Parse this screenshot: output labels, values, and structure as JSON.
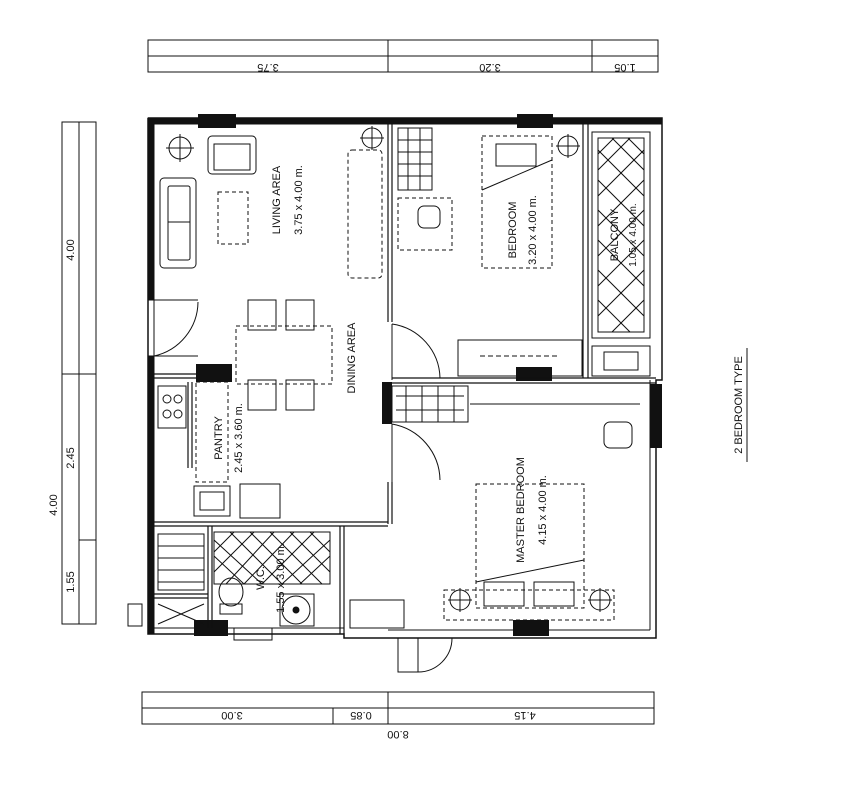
{
  "title": "2 BEDROOM TYPE",
  "rooms": {
    "living": {
      "name": "LIVING AREA",
      "size": "3.75 x 4.00 m."
    },
    "dining": {
      "name": "DINING AREA"
    },
    "bedroom": {
      "name": "BEDROOM",
      "size": "3.20 x 4.00 m."
    },
    "balcony": {
      "name": "BALCONY",
      "size": "1.05 x 4.00 m."
    },
    "pantry": {
      "name": "PANTRY",
      "size": "2.45 x 3.60 m."
    },
    "master": {
      "name": "MASTER BEDROOM",
      "size": "4.15 x 4.00 m."
    },
    "wc": {
      "name": "W.C.",
      "size": "1.55 x 3.00 m."
    }
  },
  "dimensions": {
    "top": [
      "3.75",
      "3.20",
      "1.05"
    ],
    "bottom": [
      "3.00",
      "0.85",
      "4.15"
    ],
    "bottom_total": "8.00",
    "left_outer": [
      "4.00",
      "4.00"
    ],
    "left_inner": [
      "2.45",
      "1.55"
    ]
  }
}
